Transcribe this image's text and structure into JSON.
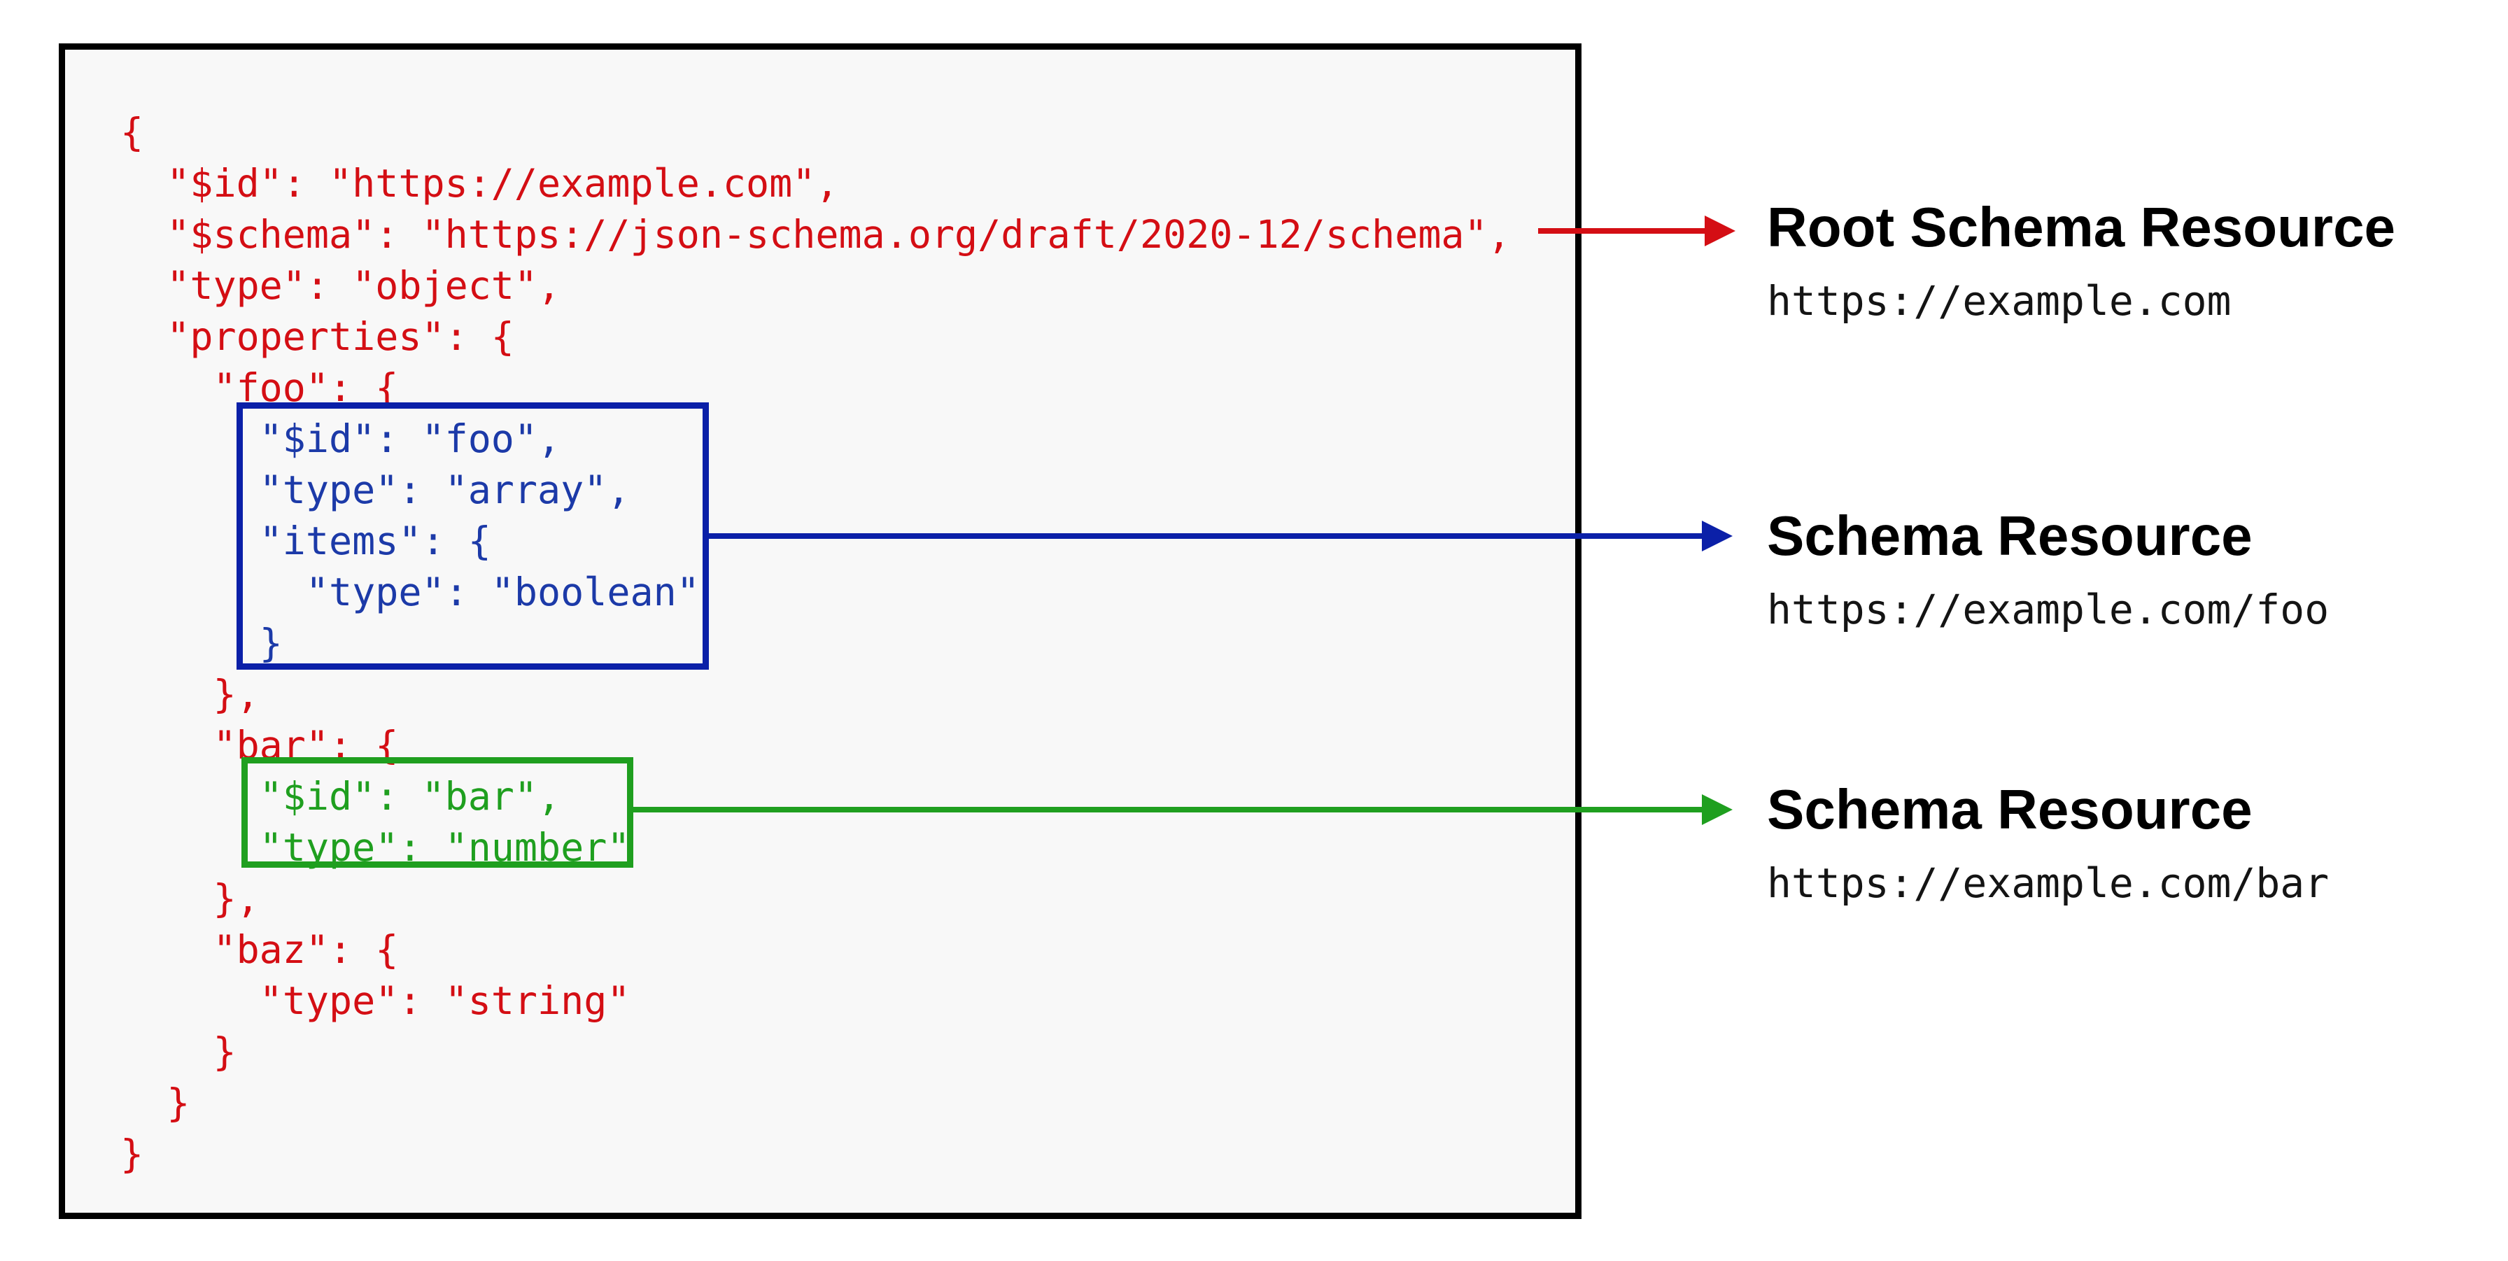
{
  "colors": {
    "code_red": "#d40e14",
    "schema_resource_blue": "#0b20a8",
    "schema_resource_green": "#1f9f1f",
    "panel_background": "#f8f8f8",
    "panel_border": "#000000",
    "label_text": "#000000"
  },
  "code": {
    "lines": [
      {
        "text": "{",
        "color": "red"
      },
      {
        "text": "  \"$id\": \"https://example.com\",",
        "color": "red"
      },
      {
        "text": "  \"$schema\": \"https://json-schema.org/draft/2020-12/schema\",",
        "color": "red"
      },
      {
        "text": "  \"type\": \"object\",",
        "color": "red"
      },
      {
        "text": "  \"properties\": {",
        "color": "red"
      },
      {
        "text": "    \"foo\": {",
        "color": "red"
      },
      {
        "text": "      \"$id\": \"foo\",",
        "color": "blue"
      },
      {
        "text": "      \"type\": \"array\",",
        "color": "blue"
      },
      {
        "text": "      \"items\": {",
        "color": "blue"
      },
      {
        "text": "        \"type\": \"boolean\"",
        "color": "blue"
      },
      {
        "text": "      }",
        "color": "blue"
      },
      {
        "text": "    },",
        "color": "red"
      },
      {
        "text": "    \"bar\": {",
        "color": "red"
      },
      {
        "text": "      \"$id\": \"bar\",",
        "color": "green"
      },
      {
        "text": "      \"type\": \"number\"",
        "color": "green"
      },
      {
        "text": "    },",
        "color": "red"
      },
      {
        "text": "    \"baz\": {",
        "color": "red"
      },
      {
        "text": "      \"type\": \"string\"",
        "color": "red"
      },
      {
        "text": "    }",
        "color": "red"
      },
      {
        "text": "  }",
        "color": "red"
      },
      {
        "text": "}",
        "color": "red"
      }
    ]
  },
  "annotations": [
    {
      "title": "Root Schema Resource",
      "uri": "https://example.com"
    },
    {
      "title": "Schema Resource",
      "uri": "https://example.com/foo"
    },
    {
      "title": "Schema Resource",
      "uri": "https://example.com/bar"
    }
  ]
}
